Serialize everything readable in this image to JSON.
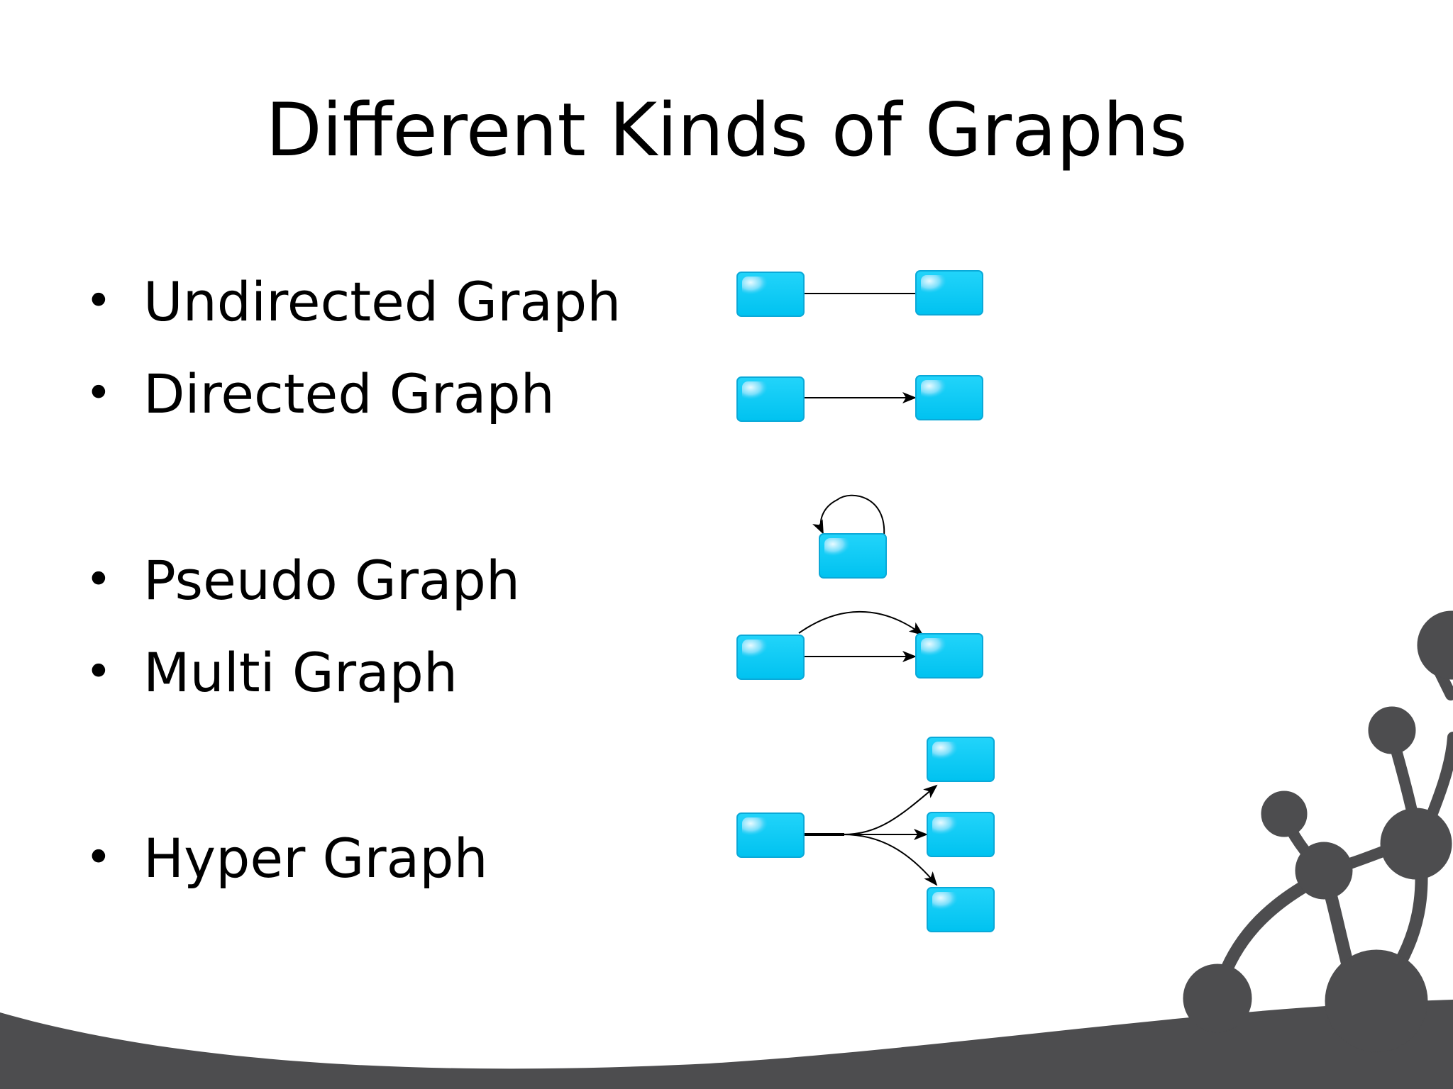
{
  "slide": {
    "title": "Different Kinds of Graphs",
    "bullets": [
      {
        "label": "Undirected Graph"
      },
      {
        "label": "Directed Graph"
      },
      {
        "label": "Pseudo Graph"
      },
      {
        "label": "Multi Graph"
      },
      {
        "label": "Hyper Graph"
      }
    ],
    "bullet_glyph": "•"
  },
  "colors": {
    "node_fill": "#00C8F4",
    "node_fill_light": "#B8EEFF",
    "node_border": "#0AA9D8",
    "edge": "#000000",
    "decoration": "#4D4D4F",
    "background": "#FFFFFF"
  }
}
